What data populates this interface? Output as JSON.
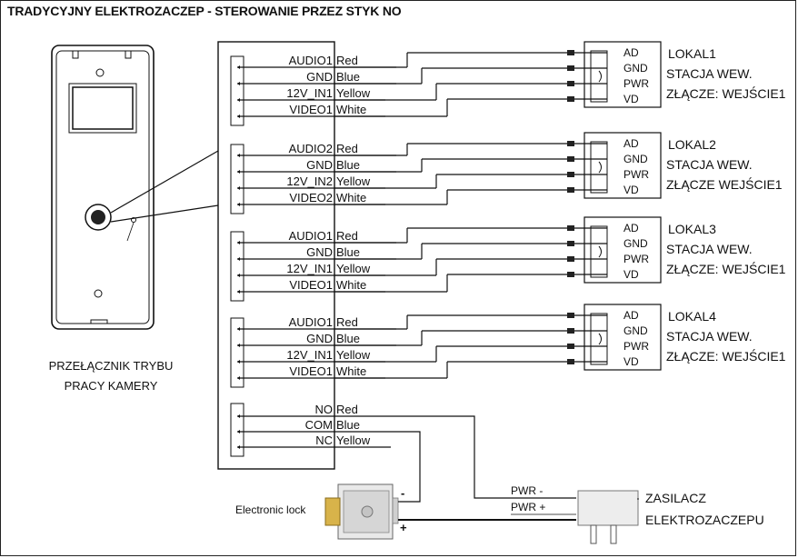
{
  "title": "TRADYCYJNY ELEKTROZACZEP - STEROWANIE PRZEZ STYK  NO",
  "camera_label": [
    "PRZEŁĄCZNIK TRYBU",
    "PRACY KAMERY"
  ],
  "groups": [
    {
      "pins": [
        "AUDIO1",
        "GND",
        "12V_IN1",
        "VIDEO1"
      ],
      "colors": [
        "Red",
        "Blue",
        "Yellow",
        "White"
      ]
    },
    {
      "pins": [
        "AUDIO2",
        "GND",
        "12V_IN2",
        "VIDEO2"
      ],
      "colors": [
        "Red",
        "Blue",
        "Yellow",
        "White"
      ]
    },
    {
      "pins": [
        "AUDIO1",
        "GND",
        "12V_IN1",
        "VIDEO1"
      ],
      "colors": [
        "Red",
        "Blue",
        "Yellow",
        "White"
      ]
    },
    {
      "pins": [
        "AUDIO1",
        "GND",
        "12V_IN1",
        "VIDEO1"
      ],
      "colors": [
        "Red",
        "Blue",
        "Yellow",
        "White"
      ]
    }
  ],
  "relay": {
    "pins": [
      "NO",
      "COM",
      "NC"
    ],
    "colors": [
      "Red",
      "Blue",
      "Yellow"
    ]
  },
  "connector_pins": [
    "AD",
    "GND",
    "PWR",
    "VD"
  ],
  "stations": [
    {
      "lines": [
        "LOKAL1",
        "STACJA WEW.",
        "ZŁĄCZE: WEJŚCIE1"
      ]
    },
    {
      "lines": [
        "LOKAL2",
        "STACJA WEW.",
        "ZŁĄCZE WEJŚCIE1"
      ]
    },
    {
      "lines": [
        "LOKAL3",
        "STACJA WEW.",
        "ZŁĄCZE: WEJŚCIE1"
      ]
    },
    {
      "lines": [
        "LOKAL4",
        "STACJA WEW.",
        "ZŁĄCZE: WEJŚCIE1"
      ]
    }
  ],
  "lock": {
    "label": "Electronic lock",
    "minus": "-",
    "plus": "+"
  },
  "power": {
    "minus_label": "PWR  -",
    "plus_label": "PWR +",
    "name": [
      "ZASILACZ",
      "ELEKTROZACZEPU"
    ]
  }
}
